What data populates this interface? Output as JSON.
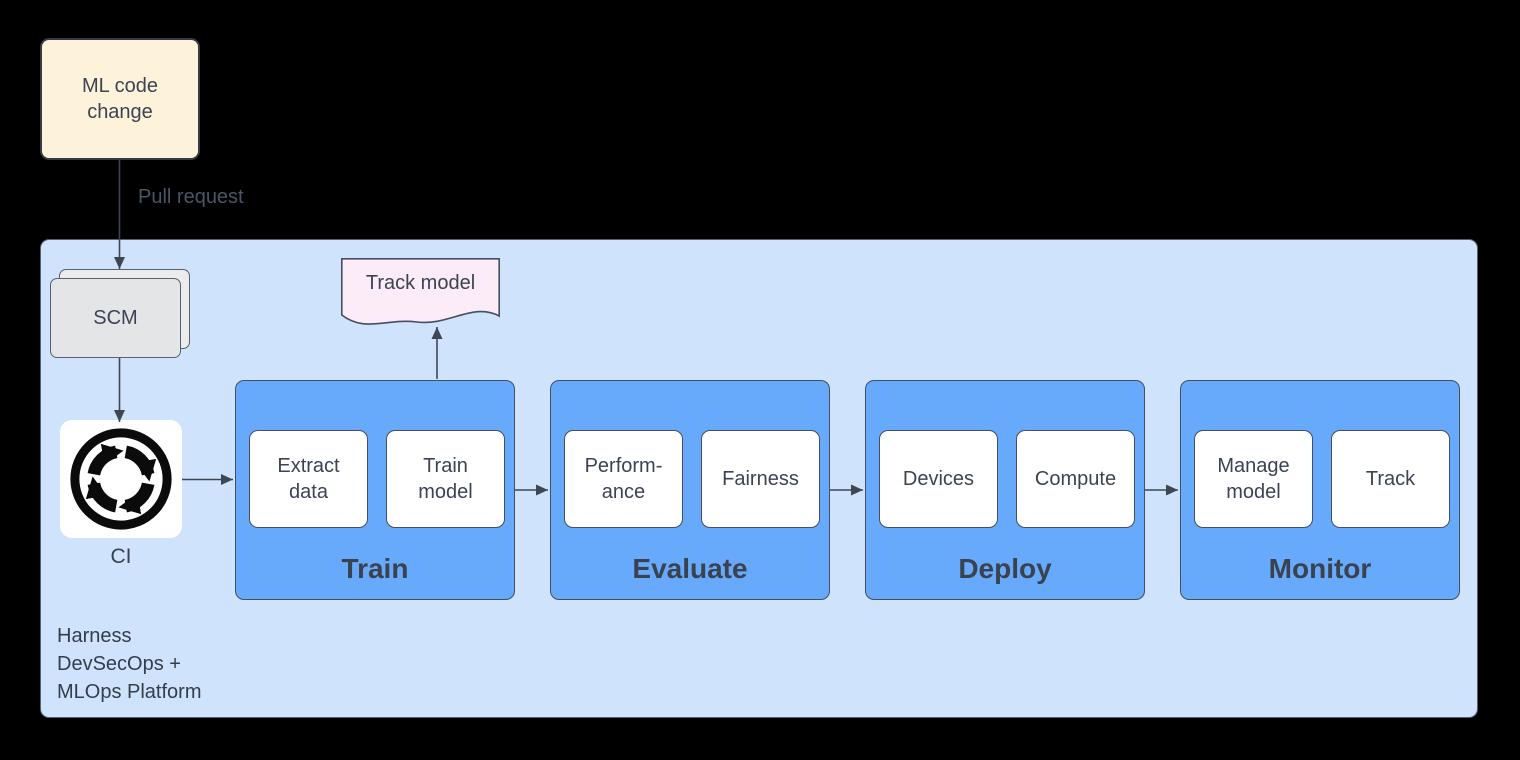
{
  "diagram": {
    "ml_code_change": "ML code\nchange",
    "pull_request": "Pull request",
    "scm": "SCM",
    "ci": "CI",
    "track_model": "Track model",
    "platform_label": "Harness\nDevSecOps +\nMLOps Platform",
    "stages": [
      {
        "name": "Train",
        "items": [
          "Extract\ndata",
          "Train\nmodel"
        ]
      },
      {
        "name": "Evaluate",
        "items": [
          "Perform-\nance",
          "Fairness"
        ]
      },
      {
        "name": "Deploy",
        "items": [
          "Devices",
          "Compute"
        ]
      },
      {
        "name": "Monitor",
        "items": [
          "Manage\nmodel",
          "Track"
        ]
      }
    ],
    "colors": {
      "canvas_bg": "#000000",
      "platform_fill": "#cfe3fd",
      "stage_fill": "#67a9fa",
      "note_fill": "#fdf3da",
      "document_fill": "#fbecf7",
      "scm_fill": "#e4e5e7",
      "ink": "#3b4354",
      "connector": "#3f4653"
    }
  }
}
